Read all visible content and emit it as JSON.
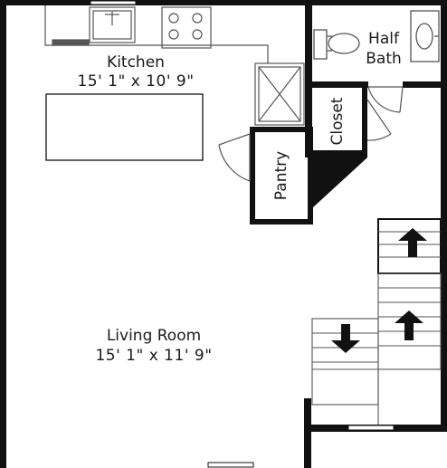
{
  "rooms": {
    "kitchen": {
      "name": "Kitchen",
      "dimensions": "15' 1\" x 10' 9\""
    },
    "living_room": {
      "name": "Living Room",
      "dimensions": "15' 1\" x 11' 9\""
    },
    "half_bath": {
      "name_line1": "Half",
      "name_line2": "Bath"
    },
    "closet": {
      "name": "Closet"
    },
    "pantry": {
      "name": "Pantry"
    }
  },
  "stairs": [
    {
      "direction": "up",
      "arrow_icon": "arrow-up-icon"
    },
    {
      "direction": "up",
      "arrow_icon": "arrow-up-icon"
    },
    {
      "direction": "down",
      "arrow_icon": "arrow-down-icon"
    }
  ],
  "colors": {
    "wall": "#111111",
    "fixture_line": "#555555",
    "background": "#ffffff"
  }
}
